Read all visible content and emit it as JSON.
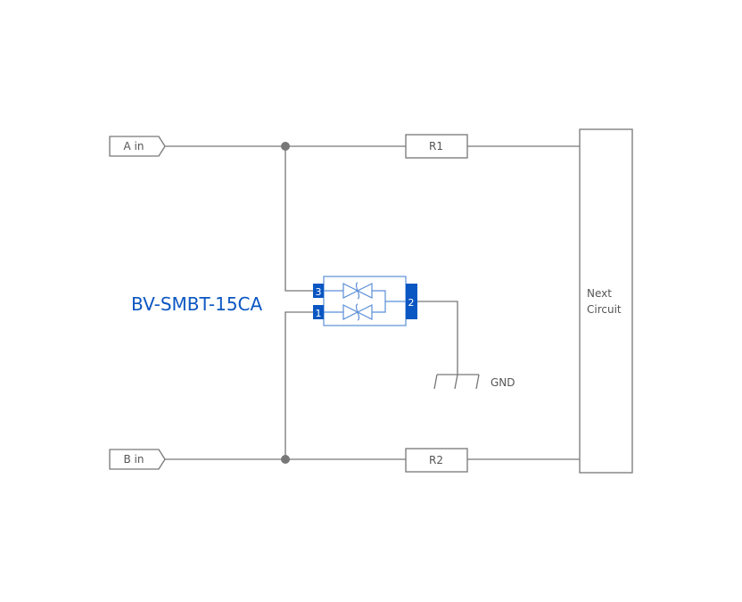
{
  "inputs": {
    "a": "A in",
    "b": "B in"
  },
  "resistors": {
    "r1": "R1",
    "r2": "R2"
  },
  "next_circuit": {
    "line1": "Next",
    "line2": "Circuit"
  },
  "device": {
    "part_number": "BV-SMBT-15CA",
    "pin3": "3",
    "pin1": "1",
    "pin2": "2"
  },
  "ground": "GND",
  "colors": {
    "brand": "#0a56c2",
    "pin": "#0a56c2",
    "wire": "#777777"
  }
}
